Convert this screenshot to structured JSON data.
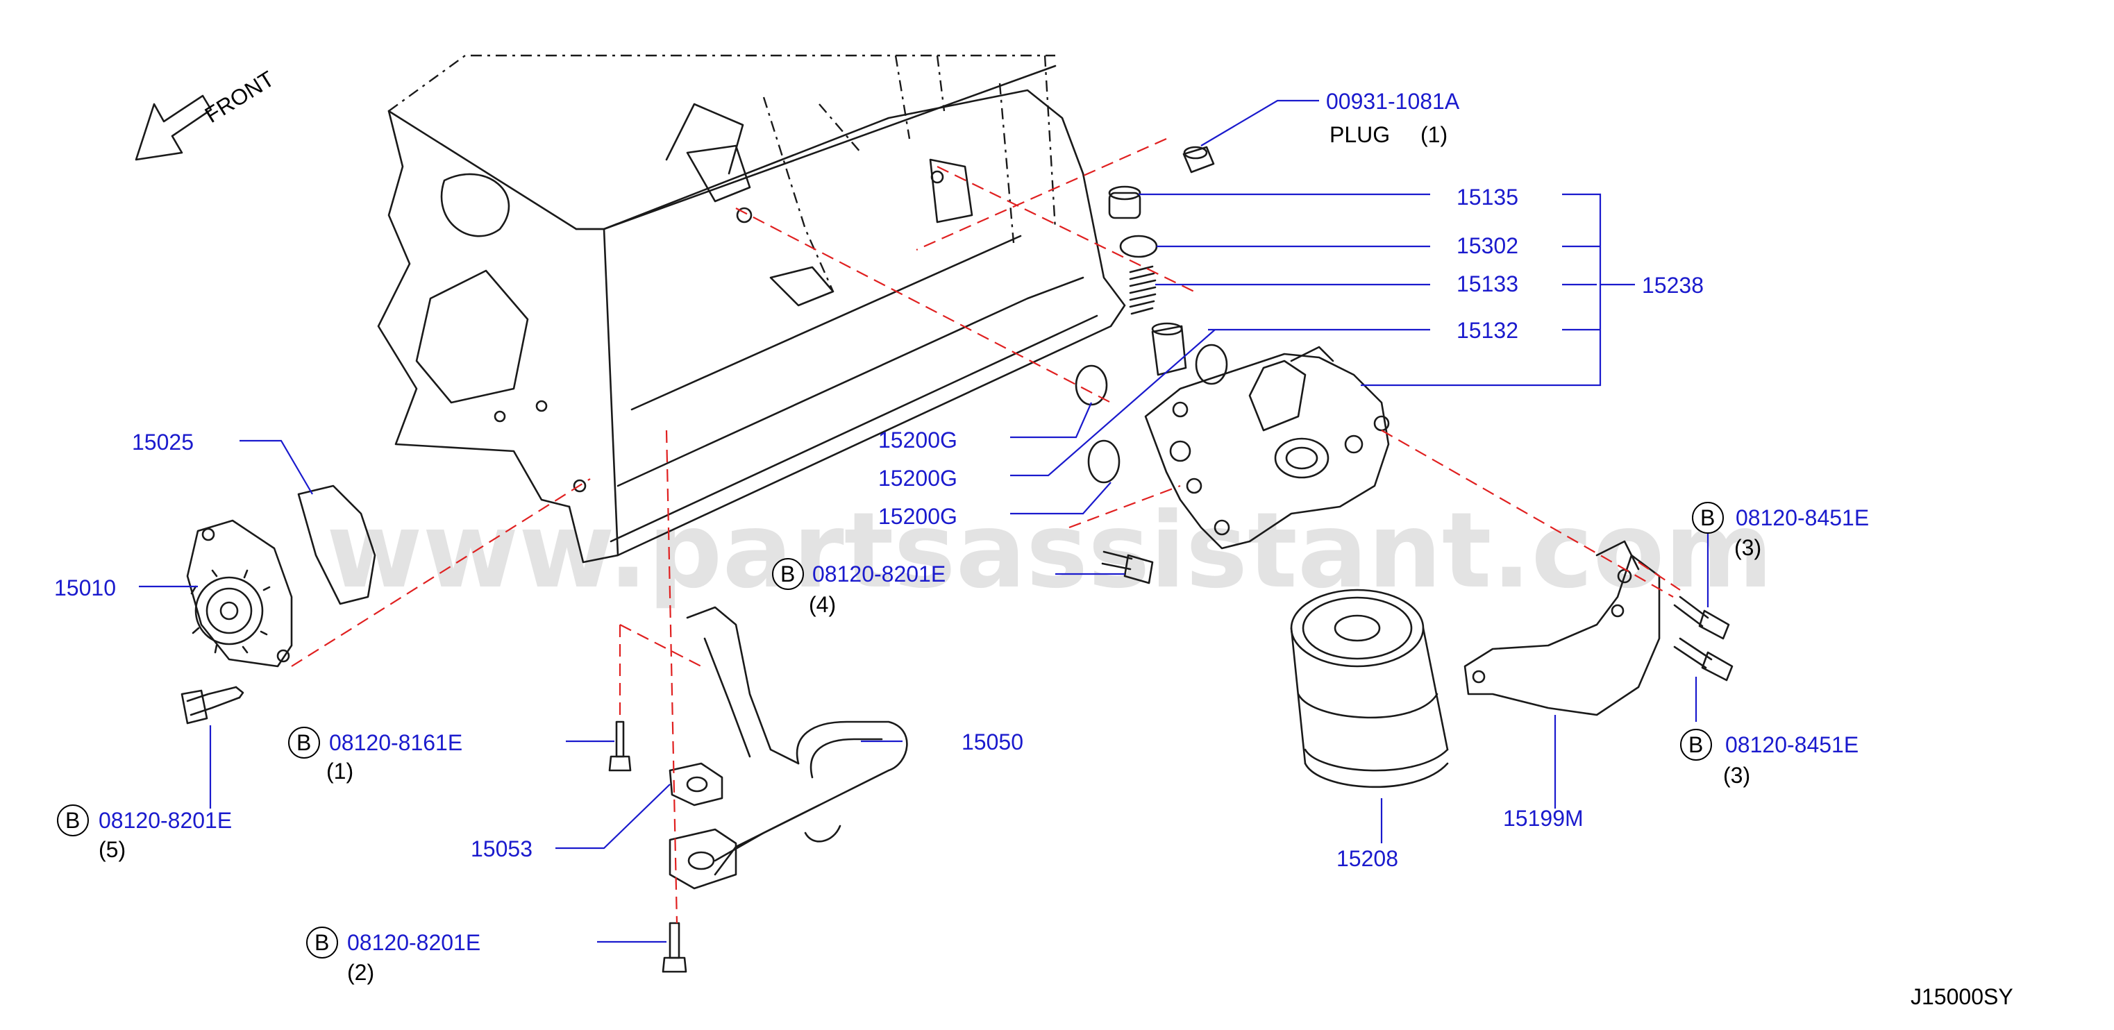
{
  "watermark": "www.partsassistant.com",
  "direction": {
    "label": "FRONT"
  },
  "diagram_code": "J15000SY",
  "bolt_symbol": "B",
  "parts": {
    "plug_pn": "00931-1081A",
    "plug_name": "PLUG",
    "plug_qty": "(1)",
    "p15135": "15135",
    "p15302": "15302",
    "p15133": "15133",
    "p15132": "15132",
    "p15238": "15238",
    "p15200g_1": "15200G",
    "p15200g_2": "15200G",
    "p15200g_3": "15200G",
    "p15025": "15025",
    "p15010": "15010",
    "p15050": "15050",
    "p15053": "15053",
    "p15208": "15208",
    "p15199m": "15199M"
  },
  "bolts": {
    "b8201_4": {
      "pn": "08120-8201E",
      "qty": "(4)"
    },
    "b8161": {
      "pn": "08120-8161E",
      "qty": "(1)"
    },
    "b8201_5": {
      "pn": "08120-8201E",
      "qty": "(5)"
    },
    "b8201_2": {
      "pn": "08120-8201E",
      "qty": "(2)"
    },
    "b8451_a": {
      "pn": "08120-8451E",
      "qty": "(3)"
    },
    "b8451_b": {
      "pn": "08120-8451E",
      "qty": "(3)"
    }
  }
}
